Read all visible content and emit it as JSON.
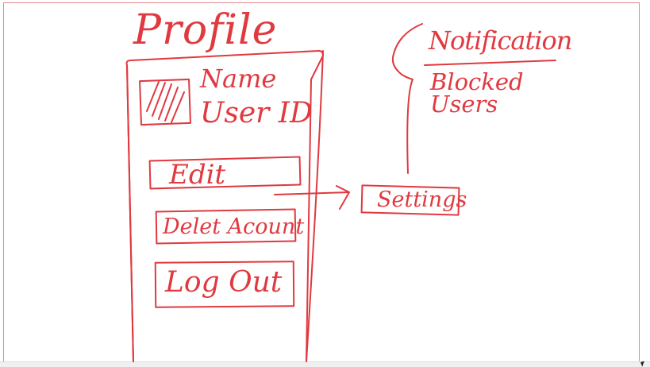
{
  "sketch": {
    "stroke_color": "#e0393f",
    "frame_color": "#e08a8e",
    "title": "Profile",
    "profile_card": {
      "avatar_icon": "avatar-placeholder-icon",
      "name_label": "Name",
      "user_id_label": "User ID"
    },
    "buttons": {
      "edit": "Edit",
      "delete_account": "Delet Acount",
      "log_out": "Log Out"
    },
    "settings": {
      "label": "Settings",
      "options": [
        "Notification",
        "Blocked Users"
      ]
    }
  }
}
